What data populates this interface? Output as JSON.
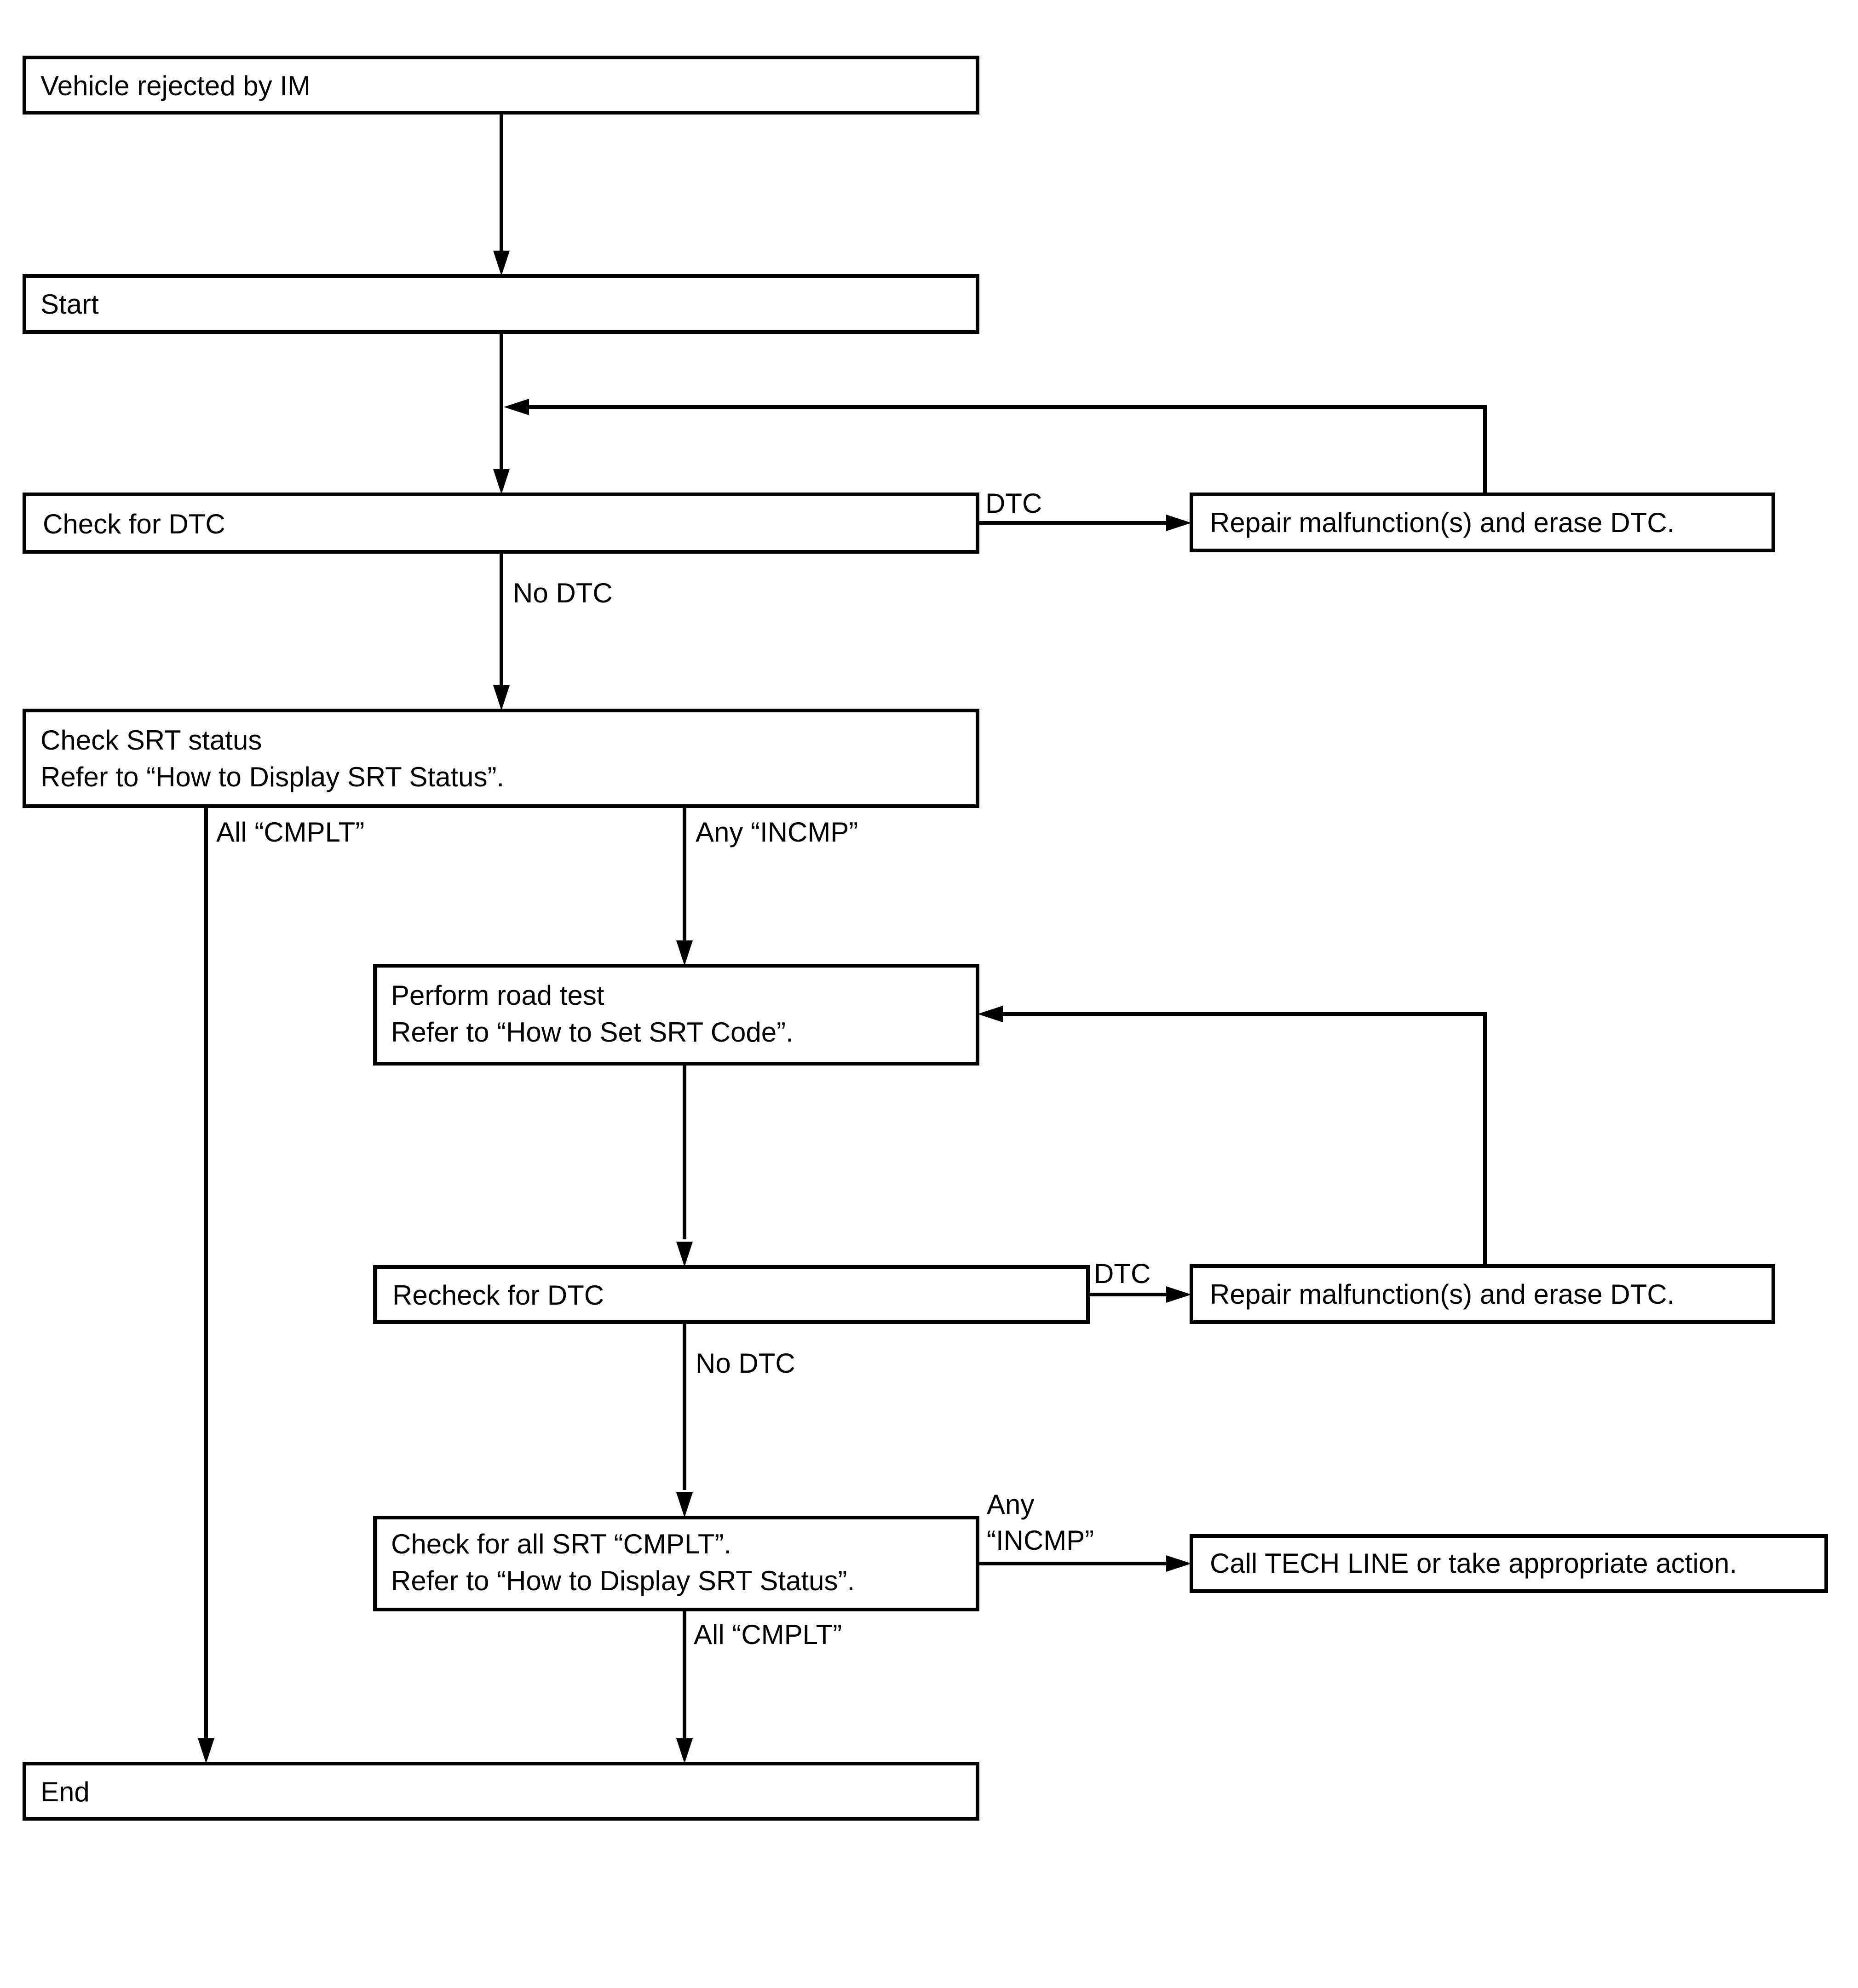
{
  "nodes": {
    "vehicle_rejected": {
      "lines": [
        "Vehicle rejected by IM"
      ]
    },
    "start": {
      "lines": [
        "Start"
      ]
    },
    "check_dtc": {
      "lines": [
        "Check for DTC"
      ]
    },
    "repair_1": {
      "lines": [
        "Repair malfunction(s) and erase DTC."
      ]
    },
    "check_srt": {
      "lines": [
        "Check SRT status",
        "Refer to “How to Display SRT Status”."
      ]
    },
    "road_test": {
      "lines": [
        "Perform road test",
        "Refer to “How to Set SRT Code”."
      ]
    },
    "recheck_dtc": {
      "lines": [
        "Recheck for DTC"
      ]
    },
    "repair_2": {
      "lines": [
        "Repair malfunction(s) and erase DTC."
      ]
    },
    "check_all_srt": {
      "lines": [
        "Check for all SRT “CMPLT”.",
        "Refer to “How to Display SRT Status”."
      ]
    },
    "tech_line": {
      "lines": [
        "Call TECH LINE or take appropriate action."
      ]
    },
    "end": {
      "lines": [
        "End"
      ]
    }
  },
  "edge_labels": {
    "dtc_1": [
      "DTC"
    ],
    "no_dtc_1": [
      "No DTC"
    ],
    "all_cmplt_1": [
      "All “CMPLT”"
    ],
    "any_incmp_1": [
      "Any “INCMP”"
    ],
    "dtc_2": [
      "DTC"
    ],
    "no_dtc_2": [
      "No DTC"
    ],
    "any_incmp_2": [
      "Any",
      "“INCMP”"
    ],
    "all_cmplt_2": [
      "All “CMPLT”"
    ]
  },
  "colors": {
    "stroke": "#000000",
    "background": "#ffffff"
  }
}
